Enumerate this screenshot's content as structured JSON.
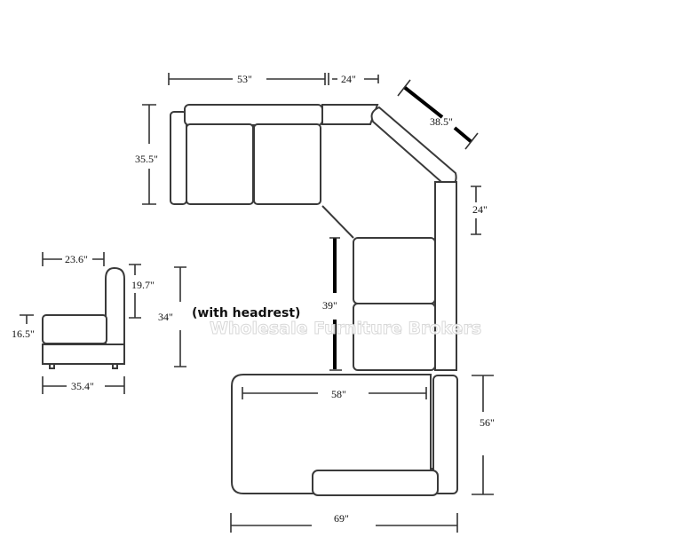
{
  "diagram": {
    "type": "sectional sofa dimension drawing",
    "watermark": "Wholesale Furniture Brokers",
    "note": "(with headrest)",
    "dimensions": {
      "top_width": "53\"",
      "corner_top_width": "24\"",
      "corner_diagonal": "38.5\"",
      "left_depth": "35.5\"",
      "right_side_segment": "24\"",
      "armless_section_length": "39\"",
      "chaise_inner_length": "58\"",
      "chaise_depth": "56\"",
      "chaise_total_width": "69\""
    },
    "side_view": {
      "seat_depth": "23.6\"",
      "back_height": "19.7\"",
      "seat_height": "16.5\"",
      "total_height": "34\"",
      "total_depth": "35.4\""
    }
  }
}
